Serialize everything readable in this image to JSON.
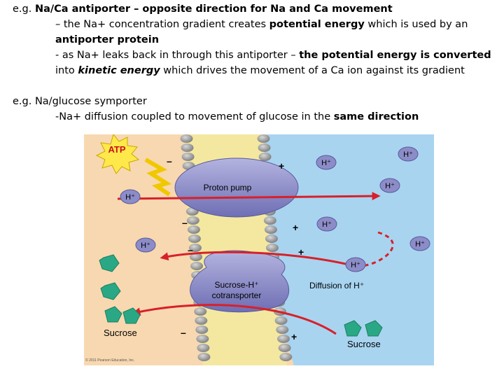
{
  "text": {
    "l1_a": "e.g. ",
    "l1_b": "Na/Ca antiporter – opposite direction for Na and Ca movement",
    "l2_a": "– the Na+ concentration gradient creates ",
    "l2_b": "potential energy",
    "l2_c": " which is used by an",
    "l3": "antiporter protein",
    "l4_a": "- as Na+ leaks back in through this antiporter – ",
    "l4_b": "the potential energy is converted",
    "l5_a": "into ",
    "l5_b": "kinetic energy",
    "l5_c": " which drives the movement of a Ca ion against its gradient",
    "l6_a": "e.g. ",
    "l6_b": "Na/glucose symporter",
    "l7_a": "-Na+ diffusion coupled to movement of glucose in the ",
    "l7_b": "same direction"
  },
  "figure": {
    "atp": "ATP",
    "proton_pump": "Proton pump",
    "cotransporter_1": "Sucrose-H⁺",
    "cotransporter_2": "cotransporter",
    "diffusion": "Diffusion of H⁺",
    "sucrose_left": "Sucrose",
    "sucrose_right": "Sucrose",
    "h_plus": "H⁺",
    "minus": "–",
    "plus": "+",
    "copyright": "© 2011 Pearson Education, Inc.",
    "colors": {
      "cytoplasm": "#f8d8b0",
      "exterior": "#a8d4f0",
      "membrane_head": "#9a9a9a",
      "protein": "#8c8cc8",
      "arrow": "#d8202a",
      "polygon": "#2aa886",
      "atp": "#ffe84a"
    }
  }
}
